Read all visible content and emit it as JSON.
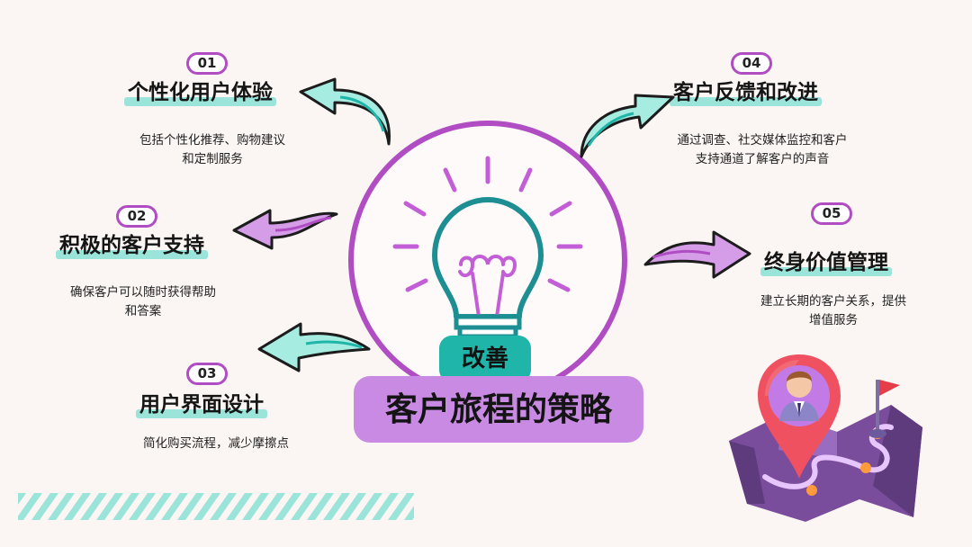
{
  "center": {
    "subtitle": "改善",
    "title": "客户旅程的策略"
  },
  "items": [
    {
      "number": "01",
      "title": "个性化用户体验",
      "desc_line1": "包括个性化推荐、购物建议",
      "desc_line2": "和定制服务"
    },
    {
      "number": "02",
      "title": "积极的客户支持",
      "desc_line1": "确保客户可以随时获得帮助",
      "desc_line2": "和答案"
    },
    {
      "number": "03",
      "title": "用户界面设计",
      "desc_line1": "简化购买流程，减少摩擦点",
      "desc_line2": ""
    },
    {
      "number": "04",
      "title": "客户反馈和改进",
      "desc_line1": "通过调查、社交媒体监控和客户",
      "desc_line2": "支持通道了解客户的声音"
    },
    {
      "number": "05",
      "title": "终身价值管理",
      "desc_line1": "建立长期的客户关系，提供",
      "desc_line2": "增值服务"
    }
  ],
  "colors": {
    "accent_purple": "#b04dc3",
    "accent_teal": "#1fb5a9",
    "badge_lilac": "#c98ae4",
    "highlight_mint": "#9ae4da",
    "background": "#fbf5f3"
  },
  "icons": {
    "bulb": "lightbulb-icon",
    "arrow": "curved-arrow-icon",
    "map": "map-location-pin-icon"
  }
}
